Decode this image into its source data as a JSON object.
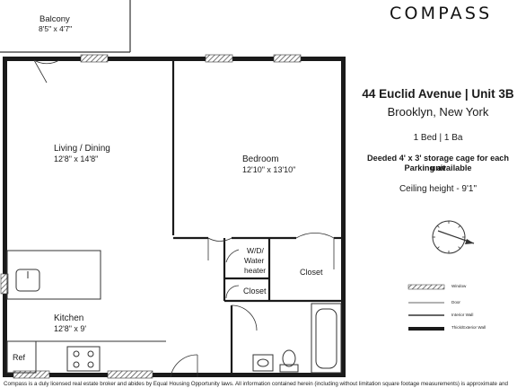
{
  "brand": {
    "name": "COMPASS"
  },
  "listing": {
    "address": "44 Euclid Avenue | Unit 3B",
    "city": "Brooklyn, New York",
    "bed_bath": "1 Bed | 1 Ba",
    "storage": "Deeded 4' x 3' storage cage for each unit",
    "parking": "Parking available",
    "ceiling": "Ceiling height - 9'1\""
  },
  "rooms": {
    "balcony": {
      "name": "Balcony",
      "dims": "8'5\" x 4'7\""
    },
    "living": {
      "name": "Living / Dining",
      "dims": "12'8\" x 14'8\""
    },
    "bedroom": {
      "name": "Bedroom",
      "dims": "12'10\" x 13'10\""
    },
    "wd": {
      "line1": "W/D/",
      "line2": "Water",
      "line3": "heater"
    },
    "closet_small": "Closet",
    "closet_large": "Closet",
    "kitchen": {
      "name": "Kitchen",
      "dims": "12'8\" x 9'"
    },
    "ref": "Ref"
  },
  "legend": {
    "window": "Window",
    "door": "Door",
    "interior_wall": "Interior Wall",
    "exterior_wall": "Thick/Exterior Wall"
  },
  "footer": "Compass is a duly licensed real estate broker and abides by Equal Housing Opportunity laws. All information contained herein (including without limitation square footage measurements) is approximate and"
}
